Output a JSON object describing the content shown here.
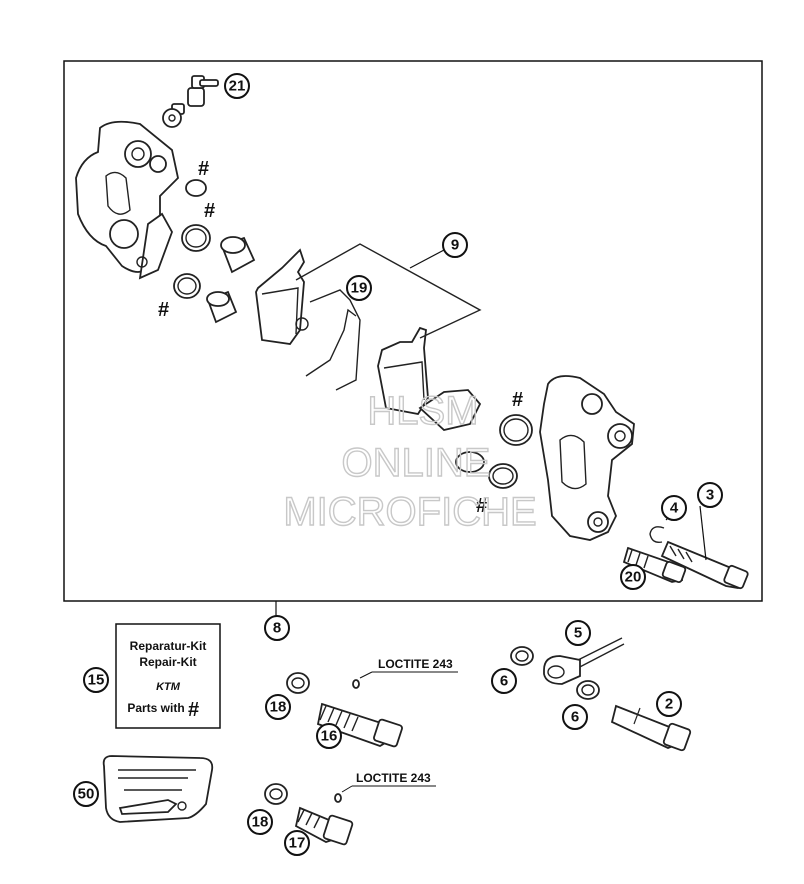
{
  "callouts": {
    "c21": "21",
    "c9": "9",
    "c19": "19",
    "c4": "4",
    "c3": "3",
    "c20": "20",
    "c8": "8",
    "c15": "15",
    "c5": "5",
    "c6a": "6",
    "c6b": "6",
    "c2": "2",
    "c18a": "18",
    "c16": "16",
    "c50": "50",
    "c18b": "18",
    "c17": "17"
  },
  "hash_symbol": "#",
  "loctite_labels": {
    "upper": "LOCTITE 243",
    "lower": "LOCTITE 243"
  },
  "repair_kit": {
    "line1": "Reparatur-Kit",
    "line2": "Repair-Kit",
    "brand": "KTM",
    "parts_with": "Parts with",
    "hash": "#"
  },
  "watermark": {
    "line1": "HLSM",
    "line2": "ONLINE",
    "line3": "MICROFICHE"
  }
}
